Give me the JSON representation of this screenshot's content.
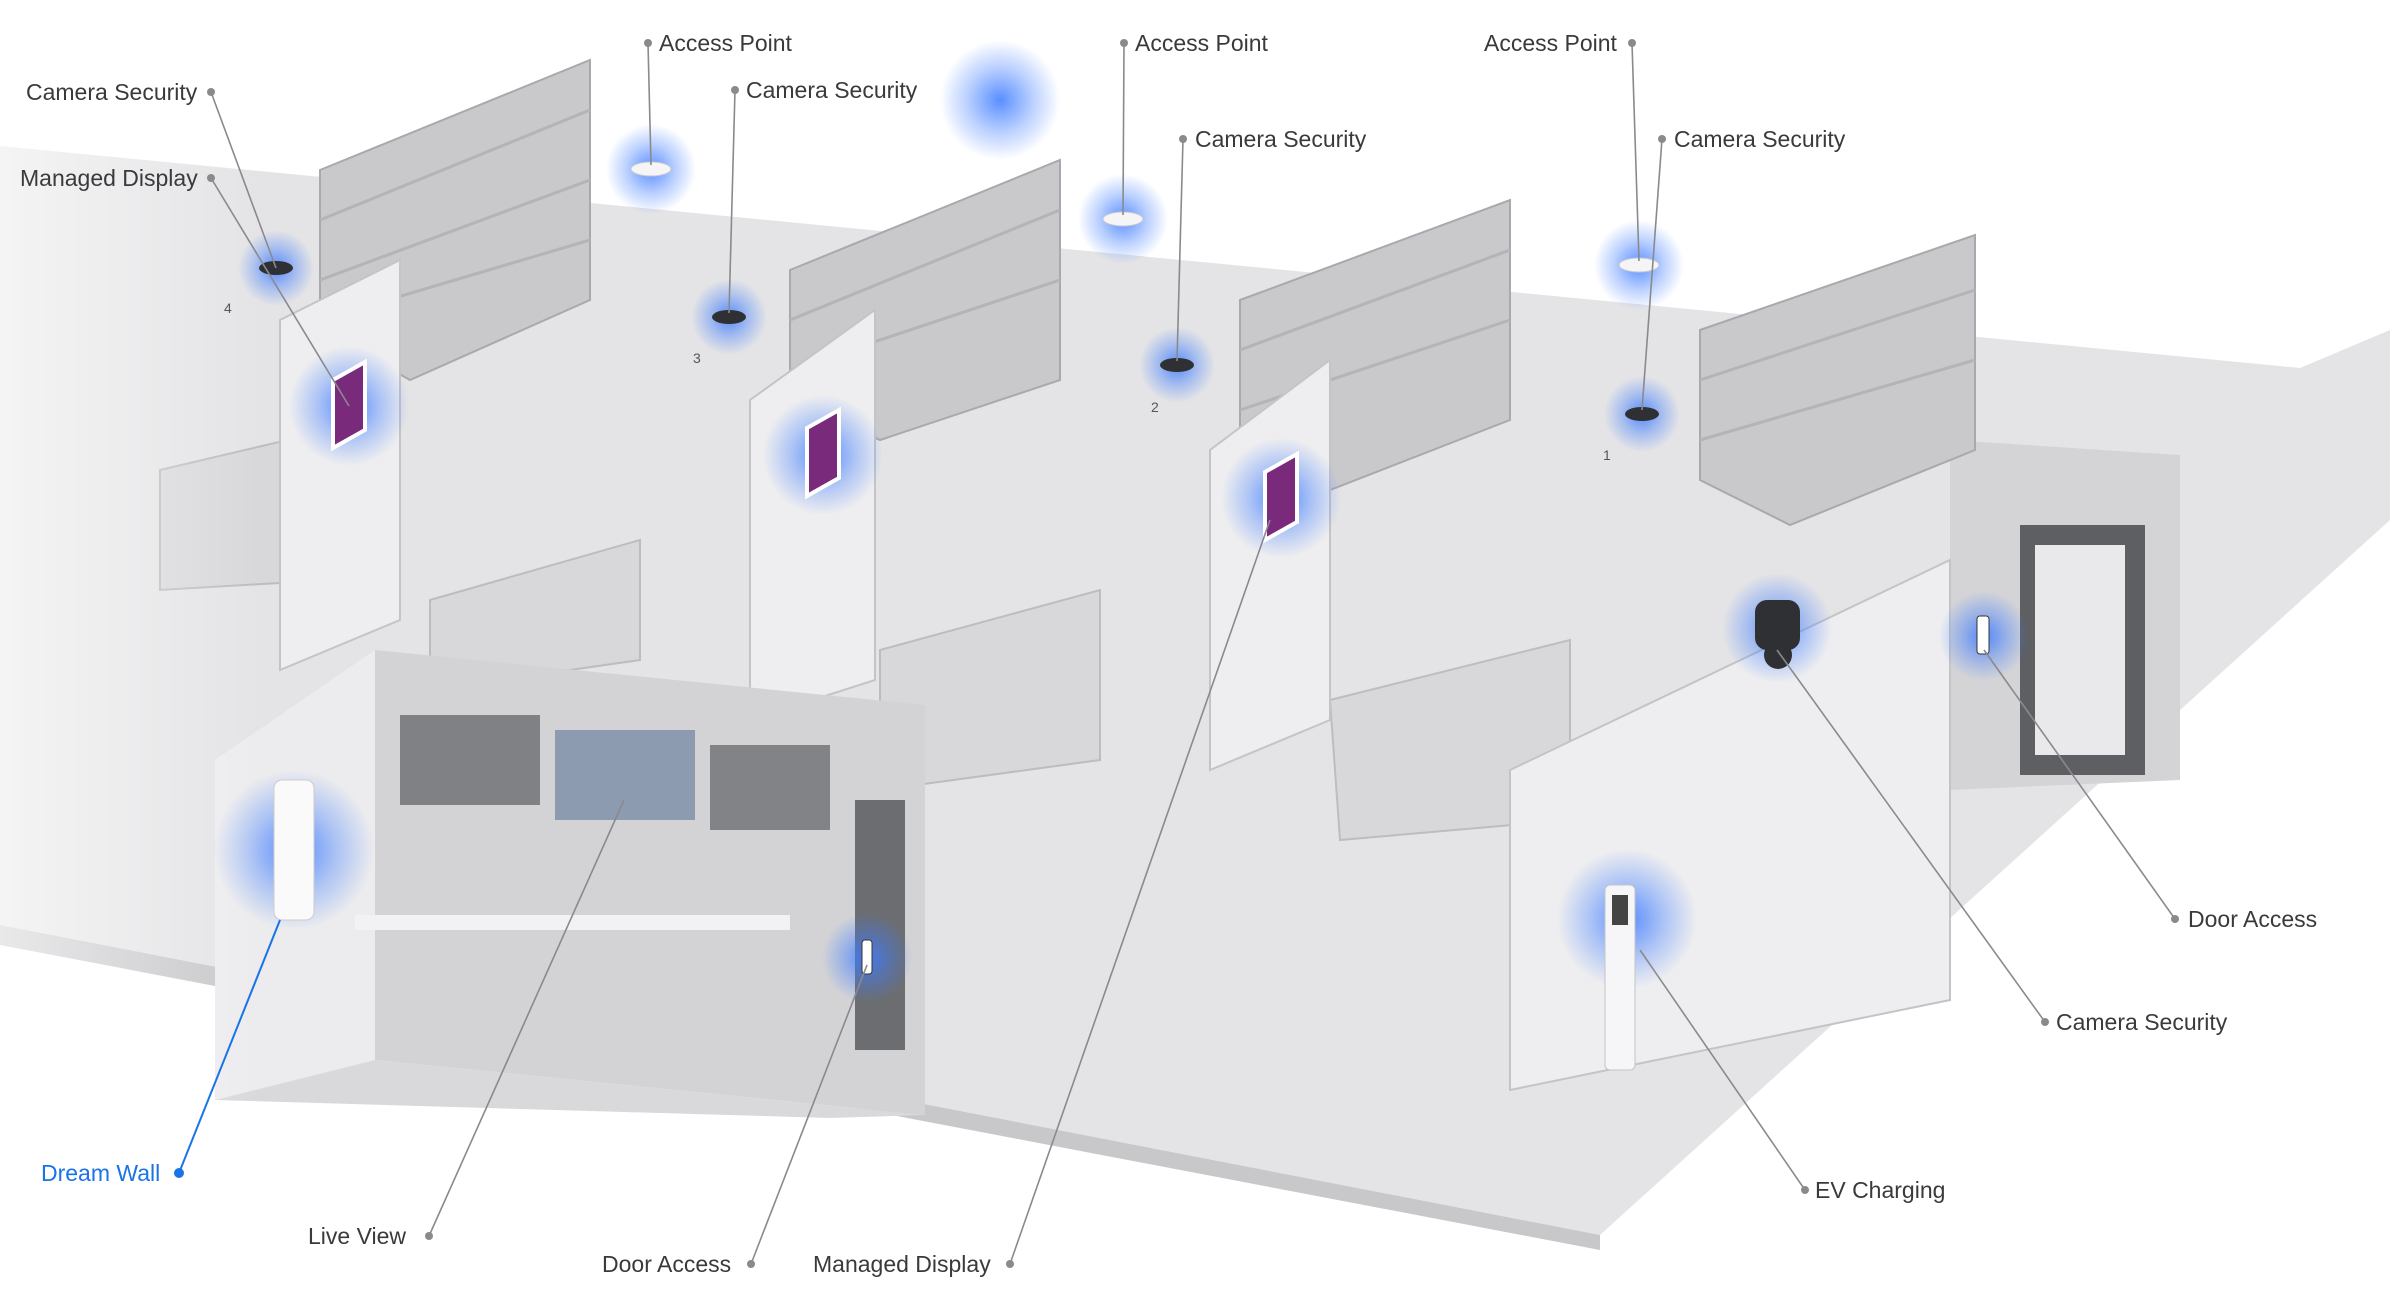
{
  "colors": {
    "accent": "#1a73e8",
    "label": "#3a3a3c",
    "leader": "#8a8a8e",
    "glow": "#3d7bff"
  },
  "labels": {
    "camera_security_1": "Camera Security",
    "managed_display_1": "Managed Display",
    "access_point_1": "Access Point",
    "camera_security_2": "Camera Security",
    "access_point_2": "Access Point",
    "camera_security_3": "Camera Security",
    "access_point_3": "Access Point",
    "camera_security_4": "Camera Security",
    "door_access_right": "Door Access",
    "camera_security_ptz": "Camera Security",
    "ev_charging": "EV Charging",
    "managed_display_bottom": "Managed Display",
    "door_access_bottom": "Door Access",
    "live_view": "Live View",
    "dream_wall": "Dream Wall"
  },
  "lane_numbers": [
    "4",
    "3",
    "2",
    "1"
  ]
}
